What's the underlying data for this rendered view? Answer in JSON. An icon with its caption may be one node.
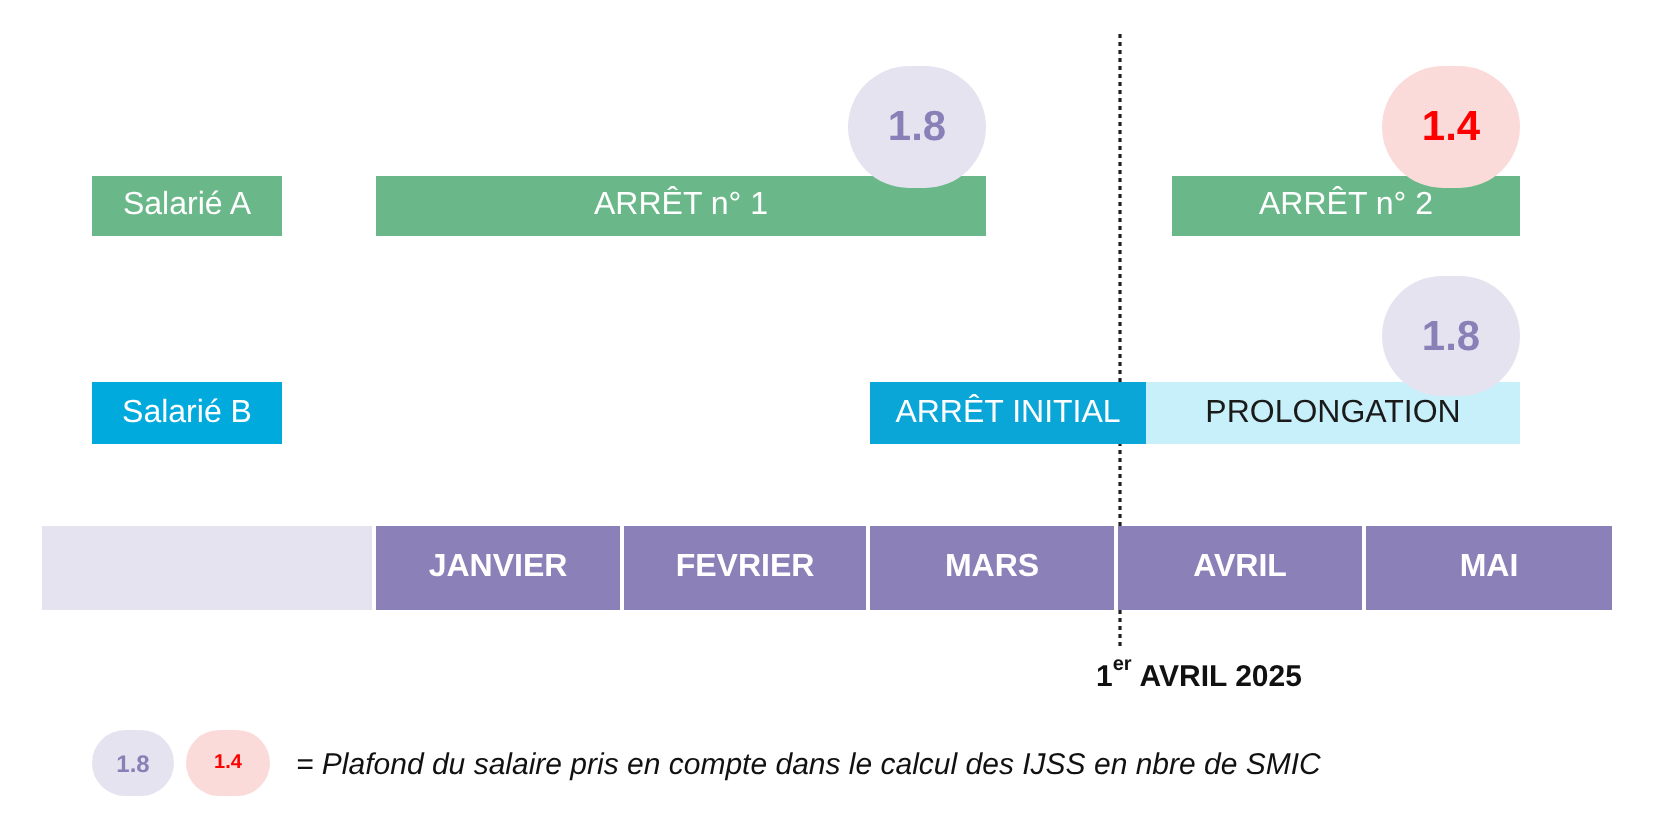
{
  "diagram": {
    "nodes": [
      {
        "text": [
          "1.8"
        ]
      },
      {
        "text": [
          "1.4"
        ]
      },
      {
        "text": [
          "Salarié A"
        ]
      },
      {
        "text": [
          "ARRÊT n° 1"
        ]
      },
      {
        "text": [
          "ARRÊT n° 2"
        ]
      },
      {
        "text": [
          "1.8"
        ]
      },
      {
        "text": [
          "Salarié B"
        ]
      },
      {
        "text": [
          "ARRÊT INITIAL"
        ]
      },
      {
        "text": [
          "PROLONGATION"
        ]
      },
      {
        "text": [],
        "shape": "bar"
      },
      {
        "text": [
          "JANVIER"
        ]
      },
      {
        "text": [
          "FEVRIER"
        ]
      },
      {
        "text": [
          "MARS"
        ]
      },
      {
        "text": [
          "AVRIL"
        ]
      },
      {
        "text": [
          "MAI"
        ]
      },
      {
        "text": [
          "1.8"
        ]
      },
      {
        "text": [
          "1.4"
        ]
      }
    ],
    "labels": [
      "1$^{er}$ AVRIL 2025",
      "= Plafond du salaire pris en compte dans le calcul des IJSS en nbre de SMIC"
    ]
  }
}
